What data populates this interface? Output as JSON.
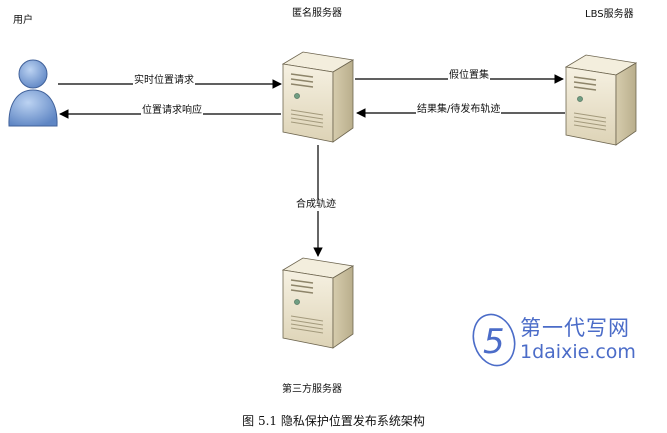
{
  "nodes": {
    "user": {
      "label": "用户"
    },
    "anon_server": {
      "label": "匿名服务器"
    },
    "lbs_server": {
      "label": "LBS服务器"
    },
    "third_server": {
      "label": "第三方服务器"
    }
  },
  "edges": {
    "realtime_request": "实时位置请求",
    "response": "位置请求响应",
    "fake_set": "假位置集",
    "result_set": "结果集/待发布轨迹",
    "synth_traj": "合成轨迹"
  },
  "caption": "图 5.1  隐私保护位置发布系统架构",
  "watermark": {
    "text_cn": "第一代写网",
    "text_en": "1daixie.com",
    "mark": "5"
  },
  "colors": {
    "person": "#7ea6de",
    "server_front": "#ebe4cf",
    "server_side": "#cfc6a8",
    "watermark": "#4b6cc8"
  }
}
